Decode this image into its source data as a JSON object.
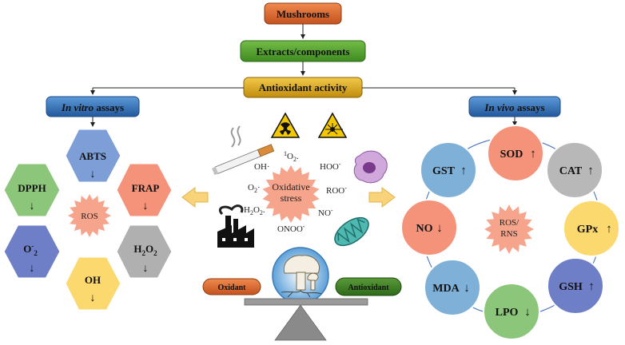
{
  "top_flow": {
    "mushrooms": "Mushrooms",
    "extracts": "Extracts/components",
    "antioxidant": "Antioxidant activity"
  },
  "in_vitro": {
    "label_italic": "In vitro",
    "label_rest": " assays",
    "center": "ROS",
    "hexes": {
      "abts": {
        "label": "ABTS",
        "arrow": "↓"
      },
      "dpph": {
        "label": "DPPH",
        "arrow": "↓"
      },
      "frap": {
        "label": "FRAP",
        "arrow": "↓"
      },
      "o2": {
        "label": "O",
        "sup": "-",
        "sub": "2",
        "arrow": "↓"
      },
      "h2o2": {
        "label_h": "H",
        "sub1": "2",
        "label_o": "O",
        "sub2": "2",
        "arrow": "↓"
      },
      "oh": {
        "label": "OH",
        "arrow": "↓"
      }
    }
  },
  "in_vivo": {
    "label_italic": "In vivo",
    "label_rest": " assays",
    "center_line1": "ROS/",
    "center_line2": "RNS",
    "circles": {
      "sod": {
        "label": "SOD",
        "arrow": "↑"
      },
      "cat": {
        "label": "CAT",
        "arrow": "↑"
      },
      "gst": {
        "label": "GST",
        "arrow": "↑"
      },
      "gpx": {
        "label": "GPx",
        "arrow": "↑"
      },
      "no": {
        "label": "NO",
        "arrow": "↓"
      },
      "gsh": {
        "label": "GSH",
        "arrow": "↑"
      },
      "mda": {
        "label": "MDA",
        "arrow": "↓"
      },
      "lpo": {
        "label": "LPO",
        "arrow": "↓"
      }
    }
  },
  "center": {
    "stress_line1": "Oxidative",
    "stress_line2": "stress",
    "species": {
      "singlet_o2": {
        "sup": "1",
        "main": "O",
        "sub": "2",
        "suffix": "."
      },
      "oh": "OH·",
      "hoo": {
        "main": "HOO",
        "sup": "-"
      },
      "o2": {
        "main": "O",
        "sub": "2",
        "suffix": "·"
      },
      "roo": {
        "main": "ROO",
        "sup": "-"
      },
      "h2o2": {
        "main1": "H",
        "sub1": "2",
        "main2": "O",
        "sub2": "2",
        "suffix": "."
      },
      "no": {
        "main": "NO",
        "sup": "-"
      },
      "onoo": {
        "main": "ONOO",
        "sup": "-"
      }
    }
  },
  "balance": {
    "oxidant": "Oxidant",
    "antioxidant": "Antioxidant"
  },
  "colors": {
    "mushrooms_box": "#d9622b",
    "extracts_box": "#4e9a2a",
    "antioxidant_box": "#d4a012",
    "assay_box": "#2f6fb8",
    "abts": "#7e9ed8",
    "dpph": "#8cc67a",
    "frap": "#f5927a",
    "o2": "#6e7fc8",
    "h2o2": "#b0b0b0",
    "oh": "#fbd96e",
    "circle_gst": "#7fb0d8",
    "circle_sod": "#f5927a",
    "circle_cat": "#b8b8b8",
    "circle_gpx": "#fbd96e",
    "circle_no": "#f5927a",
    "circle_gsh": "#6e7fc8",
    "circle_mda": "#7fb0d8",
    "circle_lpo": "#8cc67a",
    "burst": "#f7a48c",
    "side_arrow": "#f8d37a"
  },
  "icons": [
    "cigarette-icon",
    "radiation-icon",
    "laser-warning-icon",
    "factory-icon",
    "macrophage-icon",
    "mitochondrion-icon",
    "mushroom-icon",
    "balance-scale-icon"
  ]
}
